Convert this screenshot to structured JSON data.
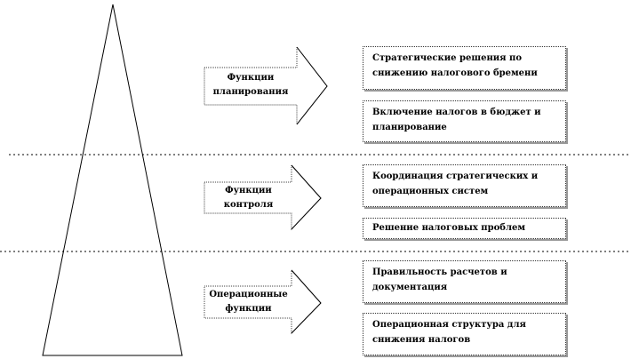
{
  "levels": [
    {
      "arrow_label": "Функции планирования",
      "items": [
        "Стратегические решения по снижению налогового бремени",
        "Включение налогов в бюджет и планирование"
      ]
    },
    {
      "arrow_label": "Функции контроля",
      "items": [
        "Координация стратегических и операционных систем",
        "Решение налоговых проблем"
      ]
    },
    {
      "arrow_label": "Операционные функции",
      "items": [
        "Правильность расчетов и документация",
        "Операционная структура для снижения налогов"
      ]
    }
  ]
}
